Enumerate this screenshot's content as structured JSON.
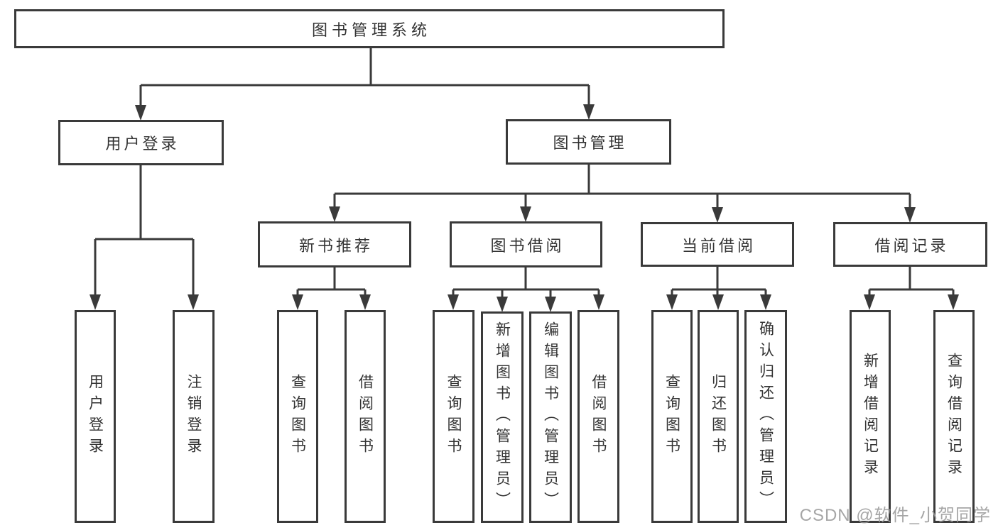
{
  "diagram": {
    "type": "hierarchy-tree",
    "colors": {
      "line": "#3a3a3a",
      "border": "#3a3a3a",
      "text": "#333333",
      "background": "#ffffff",
      "watermark": "#969696"
    },
    "nodes": {
      "root": {
        "label": "图书管理系统"
      },
      "level1": [
        {
          "label": "用户登录"
        },
        {
          "label": "图书管理"
        }
      ],
      "level2": [
        {
          "label": "新书推荐"
        },
        {
          "label": "图书借阅"
        },
        {
          "label": "当前借阅"
        },
        {
          "label": "借阅记录"
        }
      ],
      "leaves": [
        {
          "label": "用户登录"
        },
        {
          "label": "注销登录"
        },
        {
          "label": "查询图书"
        },
        {
          "label": "借阅图书"
        },
        {
          "label": "查询图书"
        },
        {
          "label": "新增图书（管理员）"
        },
        {
          "label": "编辑图书（管理员）"
        },
        {
          "label": "借阅图书"
        },
        {
          "label": "查询图书"
        },
        {
          "label": "归还图书"
        },
        {
          "label": "确认归还（管理员）"
        },
        {
          "label": "新增借阅记录"
        },
        {
          "label": "查询借阅记录"
        }
      ]
    },
    "watermark": {
      "text": "CSDN @软件_小贺同学"
    }
  }
}
